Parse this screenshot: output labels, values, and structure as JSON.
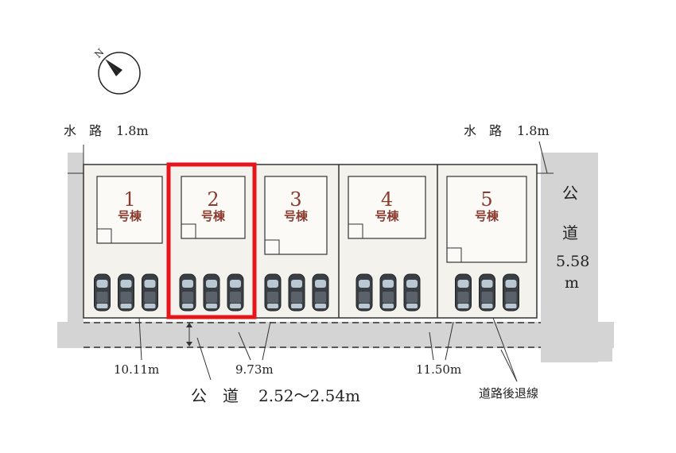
{
  "compass": {
    "north_letter": "N"
  },
  "waterways": [
    {
      "label": "水　路",
      "width": "1.8m"
    },
    {
      "label": "水　路",
      "width": "1.8m"
    }
  ],
  "lots": [
    {
      "number": "1",
      "suffix": "号棟",
      "highlighted": false,
      "cars": 3
    },
    {
      "number": "2",
      "suffix": "号棟",
      "highlighted": true,
      "cars": 3
    },
    {
      "number": "3",
      "suffix": "号棟",
      "highlighted": false,
      "cars": 3
    },
    {
      "number": "4",
      "suffix": "号棟",
      "highlighted": false,
      "cars": 3
    },
    {
      "number": "5",
      "suffix": "号棟",
      "highlighted": false,
      "cars": 3
    }
  ],
  "frontage": [
    "10.11m",
    "9.73m",
    "11.50m"
  ],
  "south_road": {
    "label": "公　道",
    "width": "2.52〜2.54m"
  },
  "east_road": {
    "char1": "公",
    "char2": "道",
    "width_num": "5.58",
    "width_unit": "m"
  },
  "setback_label": "道路後退線",
  "colors": {
    "road": "#d4d4d4",
    "lot_fill": "#f4f2ec",
    "highlight": "#e8141b",
    "number": "#8a3a2e"
  }
}
